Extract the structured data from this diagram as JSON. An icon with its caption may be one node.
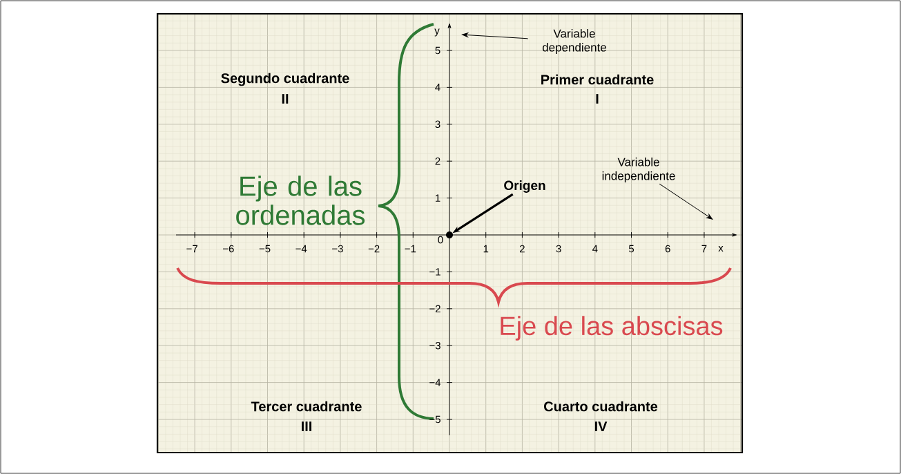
{
  "diagram": {
    "nodes": [
      {
        "text": [
          "Variable dependiente"
        ]
      },
      {
        "text": [
          "Origen"
        ]
      },
      {
        "text": [],
        "shape": "circle"
      },
      {
        "text": [
          "Variable independiente"
        ]
      }
    ],
    "edges": [
      {
        "from": 0,
        "to": null,
        "arrow": "to"
      },
      {
        "from": 1,
        "to": 2,
        "arrow": "to",
        "style": "thick"
      },
      {
        "from": 3,
        "to": null,
        "arrow": "to"
      }
    ],
    "labels": [
      "Segundo cuadrante",
      "II",
      "Primer cuadrante",
      "I",
      "Eje de las ordenadas",
      "y",
      "5",
      "4",
      "3",
      "2",
      "1",
      "0",
      "−7",
      "−6",
      "−5",
      "−4",
      "−3",
      "−2",
      "−1",
      "1",
      "2",
      "3",
      "4",
      "5",
      "6",
      "7",
      "x",
      "−1",
      "−2",
      "−3",
      "−4",
      "−5",
      "Eje de las abscisas",
      "Tercer cuadrante",
      "III",
      "Cuarto cuadrante",
      "IV"
    ]
  }
}
